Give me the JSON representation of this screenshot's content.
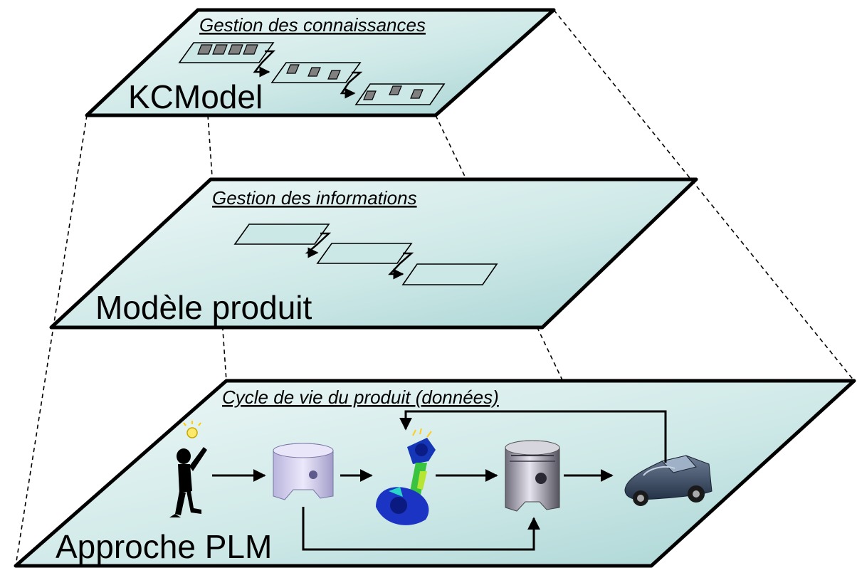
{
  "layers": {
    "top": {
      "title": "Gestion des connaissances",
      "name": "KCModel"
    },
    "middle": {
      "title": "Gestion des informations",
      "name": "Modèle produit"
    },
    "bottom": {
      "title": "Cycle de vie du produit (données)",
      "name": "Approche PLM"
    }
  },
  "lifecycle_stages": [
    {
      "icon": "thinking-person-icon"
    },
    {
      "icon": "piston-cad-model-icon"
    },
    {
      "icon": "connecting-rod-simulation-icon"
    },
    {
      "icon": "manufactured-piston-icon"
    },
    {
      "icon": "car-icon"
    }
  ],
  "colors": {
    "plane_light": "#e6f4f3",
    "plane_dark": "#a9d6d5",
    "stroke": "#000000",
    "block_fill": "#808080"
  }
}
